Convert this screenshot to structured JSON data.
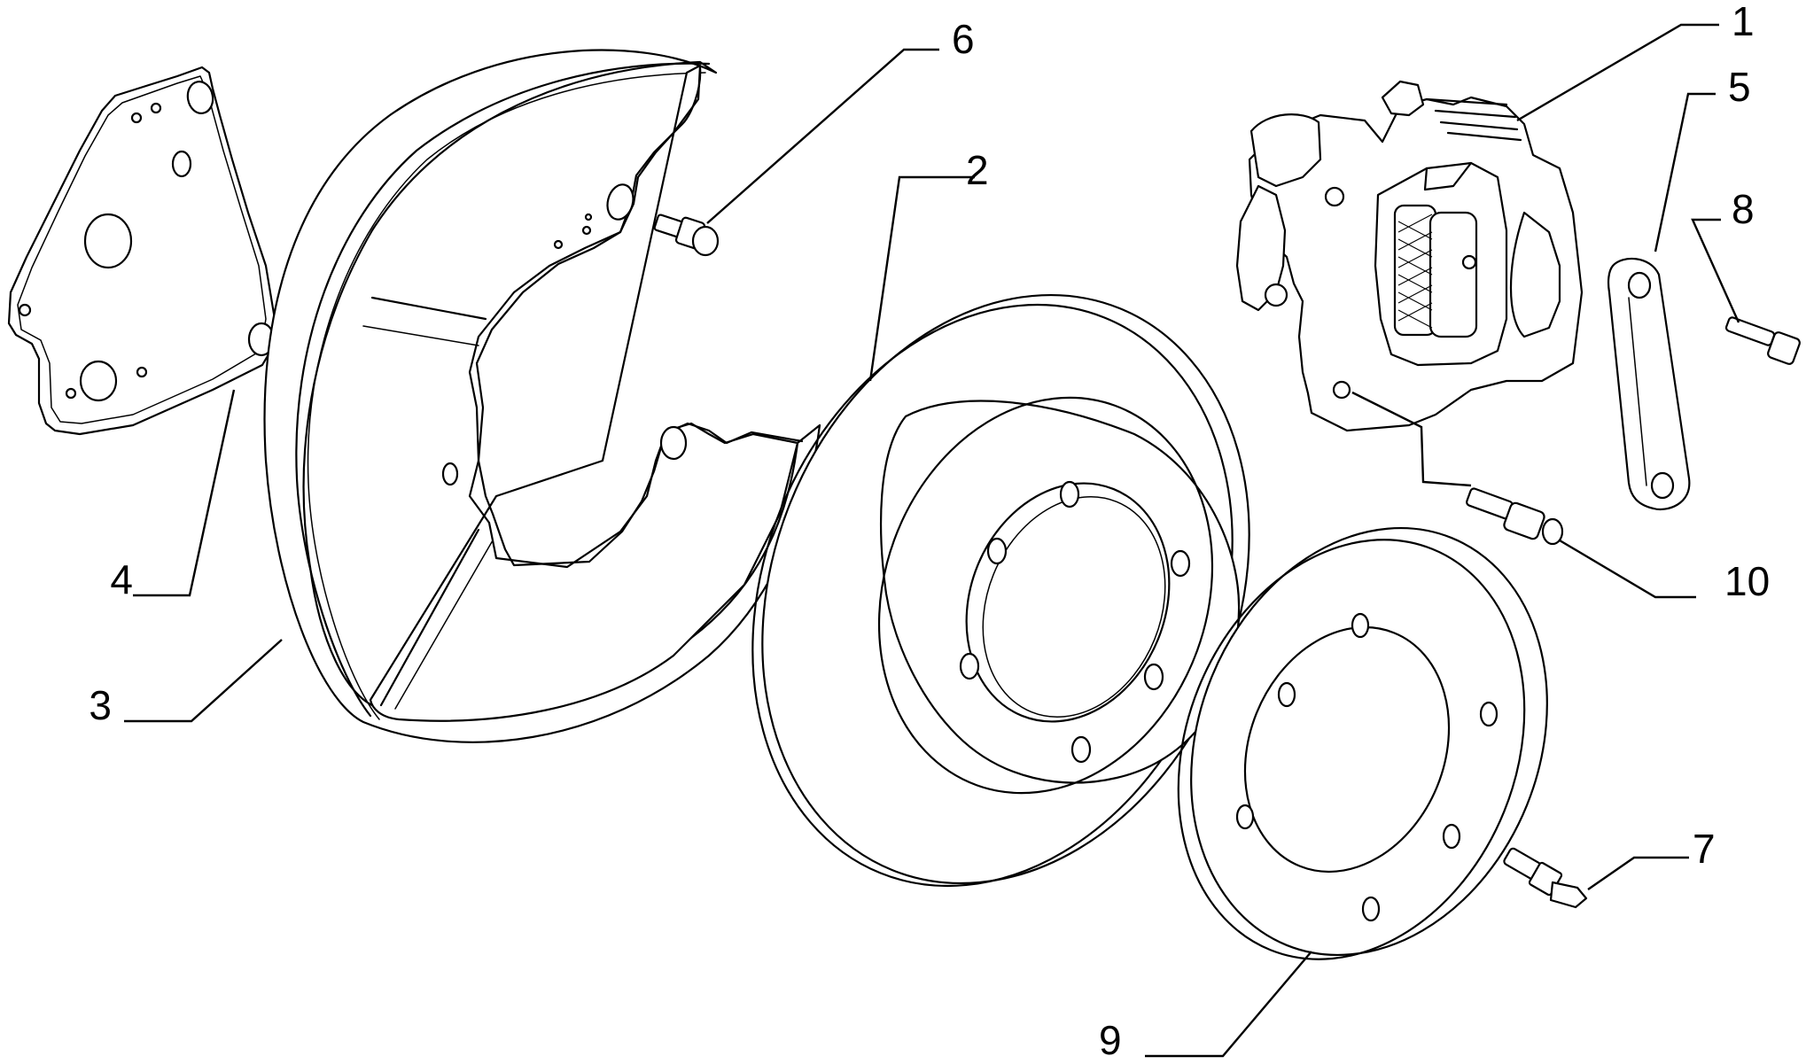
{
  "diagram": {
    "background": "#ffffff",
    "line_color": "#000000",
    "callouts": [
      {
        "id": "1",
        "label": "1",
        "part": "brake-caliper"
      },
      {
        "id": "2",
        "label": "2",
        "part": "brake-disc"
      },
      {
        "id": "3",
        "label": "3",
        "part": "splash-shield"
      },
      {
        "id": "4",
        "label": "4",
        "part": "mounting-plate"
      },
      {
        "id": "5",
        "label": "5",
        "part": "caliper-bracket-link"
      },
      {
        "id": "6",
        "label": "6",
        "part": "shield-bolt"
      },
      {
        "id": "7",
        "label": "7",
        "part": "wheel-stud-bolt"
      },
      {
        "id": "8",
        "label": "8",
        "part": "bracket-bolt"
      },
      {
        "id": "9",
        "label": "9",
        "part": "spacer-ring"
      },
      {
        "id": "10",
        "label": "10",
        "part": "bleed-screw"
      }
    ]
  }
}
